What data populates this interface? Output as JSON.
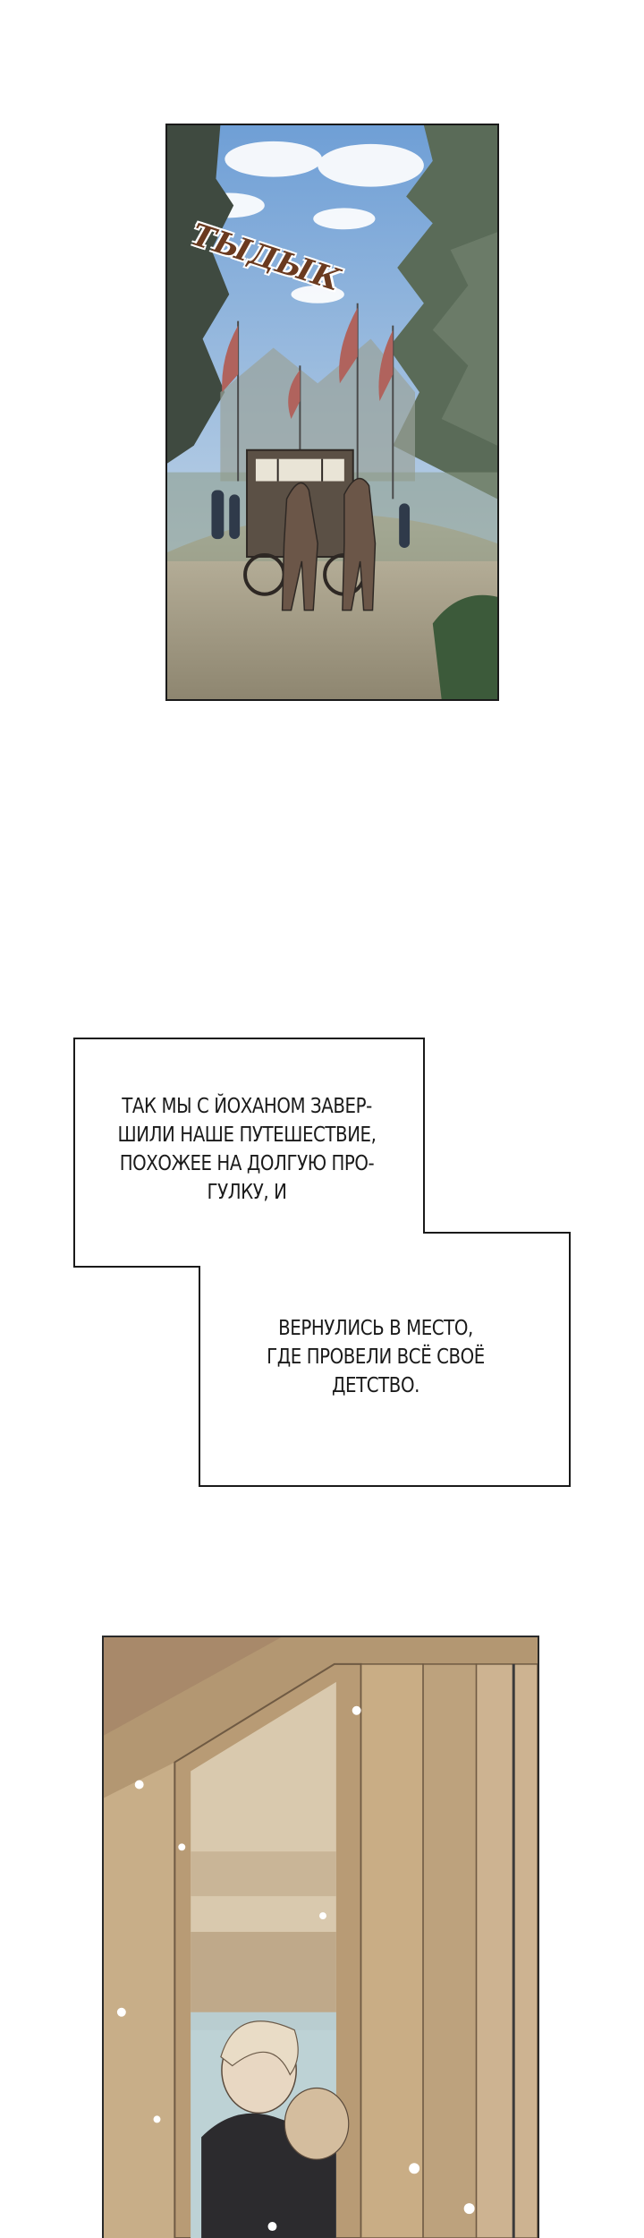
{
  "panels": {
    "carriage_scene": {
      "sound_effect": "ТЫДЫК"
    },
    "window_scene": {}
  },
  "captions": [
    {
      "lines": [
        "ТАК МЫ С ЙОХАНОМ ЗАВЕР-",
        "ШИЛИ НАШЕ ПУТЕШЕСТВИЕ,",
        "ПОХОЖЕЕ НА ДОЛГУЮ ПРО-",
        "ГУЛКУ, И"
      ]
    },
    {
      "lines": [
        "ВЕРНУЛИСЬ В МЕСТО,",
        "ГДЕ ПРОВЕЛИ ВСЁ СВОЁ",
        "ДЕТСТВО."
      ]
    }
  ],
  "colors": {
    "sky": "#8fb8e0",
    "forest": "#4c5a4a",
    "road": "#a79f86",
    "wood": "#c7ad86",
    "sfx": "#6b3a1f"
  }
}
